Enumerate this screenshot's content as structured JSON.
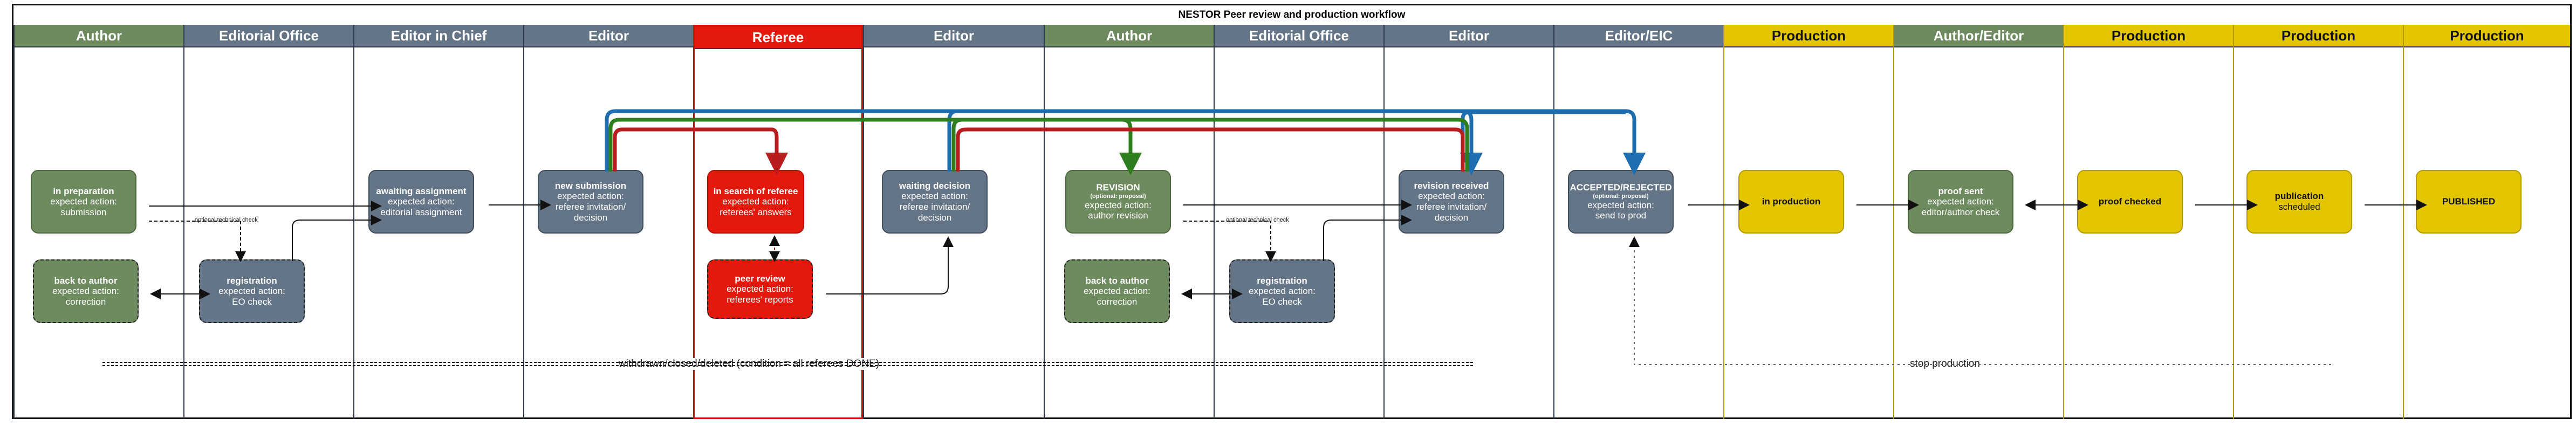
{
  "title": "NESTOR Peer review and production workflow",
  "lanes": [
    {
      "label": "Author",
      "color": "#6d8b5e"
    },
    {
      "label": "Editorial Office",
      "color": "#647587"
    },
    {
      "label": "Editor in Chief",
      "color": "#647587"
    },
    {
      "label": "Editor",
      "color": "#647587"
    },
    {
      "label": "Referee",
      "color": "#e4190d"
    },
    {
      "label": "Editor",
      "color": "#647587"
    },
    {
      "label": "Author",
      "color": "#6d8b5e"
    },
    {
      "label": "Editorial Office",
      "color": "#647587"
    },
    {
      "label": "Editor",
      "color": "#647587"
    },
    {
      "label": "Editor/EIC",
      "color": "#647587"
    },
    {
      "label": "Production",
      "color": "#e4c600"
    },
    {
      "label": "Author/Editor",
      "color": "#6d8b5e"
    },
    {
      "label": "Production",
      "color": "#e4c600"
    },
    {
      "label": "Production",
      "color": "#e4c600"
    },
    {
      "label": "Production",
      "color": "#e4c600"
    }
  ],
  "nodes": {
    "in_preparation": {
      "title": "in preparation",
      "l1": "expected action:",
      "l2": "submission"
    },
    "back_to_author_1": {
      "title": "back to author",
      "l1": "expected action:",
      "l2": "correction"
    },
    "registration_1": {
      "title": "registration",
      "l1": "expected action:",
      "l2": "EO check"
    },
    "awaiting_assignment": {
      "title": "awaiting assignment",
      "l1": "expected action:",
      "l2": "editorial assignment"
    },
    "new_submission": {
      "title": "new submission",
      "l1": "expected action:",
      "l2": "referee invitation/",
      "l3": "decision"
    },
    "in_search_of_referee": {
      "title": "in search of referee",
      "l1": "expected action:",
      "l2": "referees' answers"
    },
    "peer_review": {
      "title": "peer review",
      "l1": "expected action:",
      "l2": "referees' reports"
    },
    "waiting_decision": {
      "title": "waiting decision",
      "l1": "expected action:",
      "l2": "referee invitation/",
      "l3": "decision"
    },
    "revision": {
      "title": "REVISION",
      "sub": "(optional: proposal)",
      "l1": "expected action:",
      "l2": "author revision"
    },
    "back_to_author_2": {
      "title": "back to author",
      "l1": "expected action:",
      "l2": "correction"
    },
    "registration_2": {
      "title": "registration",
      "l1": "expected action:",
      "l2": "EO check"
    },
    "revision_received": {
      "title": "revision received",
      "l1": "expected action:",
      "l2": "referee invitation/",
      "l3": "decision"
    },
    "accepted_rejected": {
      "title": "ACCEPTED/REJECTED",
      "sub": "(optional: proposal)",
      "l1": "expected action:",
      "l2": "send to prod"
    },
    "in_production": {
      "title": "in production"
    },
    "proof_sent": {
      "title": "proof sent",
      "l1": "expected action:",
      "l2": "editor/author check"
    },
    "proof_checked": {
      "title": "proof checked"
    },
    "publication_scheduled": {
      "title": "publication",
      "l1": "scheduled"
    },
    "published": {
      "title": "PUBLISHED"
    }
  },
  "hints": {
    "optional_check_1": "optional technical check",
    "optional_check_2": "optional technical check"
  },
  "bottom": {
    "withdrawn": "withdrawn/closed/deleted (condition = all referees DONE)",
    "stop": "stop production"
  },
  "colors": {
    "blue_arrow": "#1f6fb0",
    "green_arrow": "#2e7d1e",
    "red_arrow": "#b81d1d"
  }
}
